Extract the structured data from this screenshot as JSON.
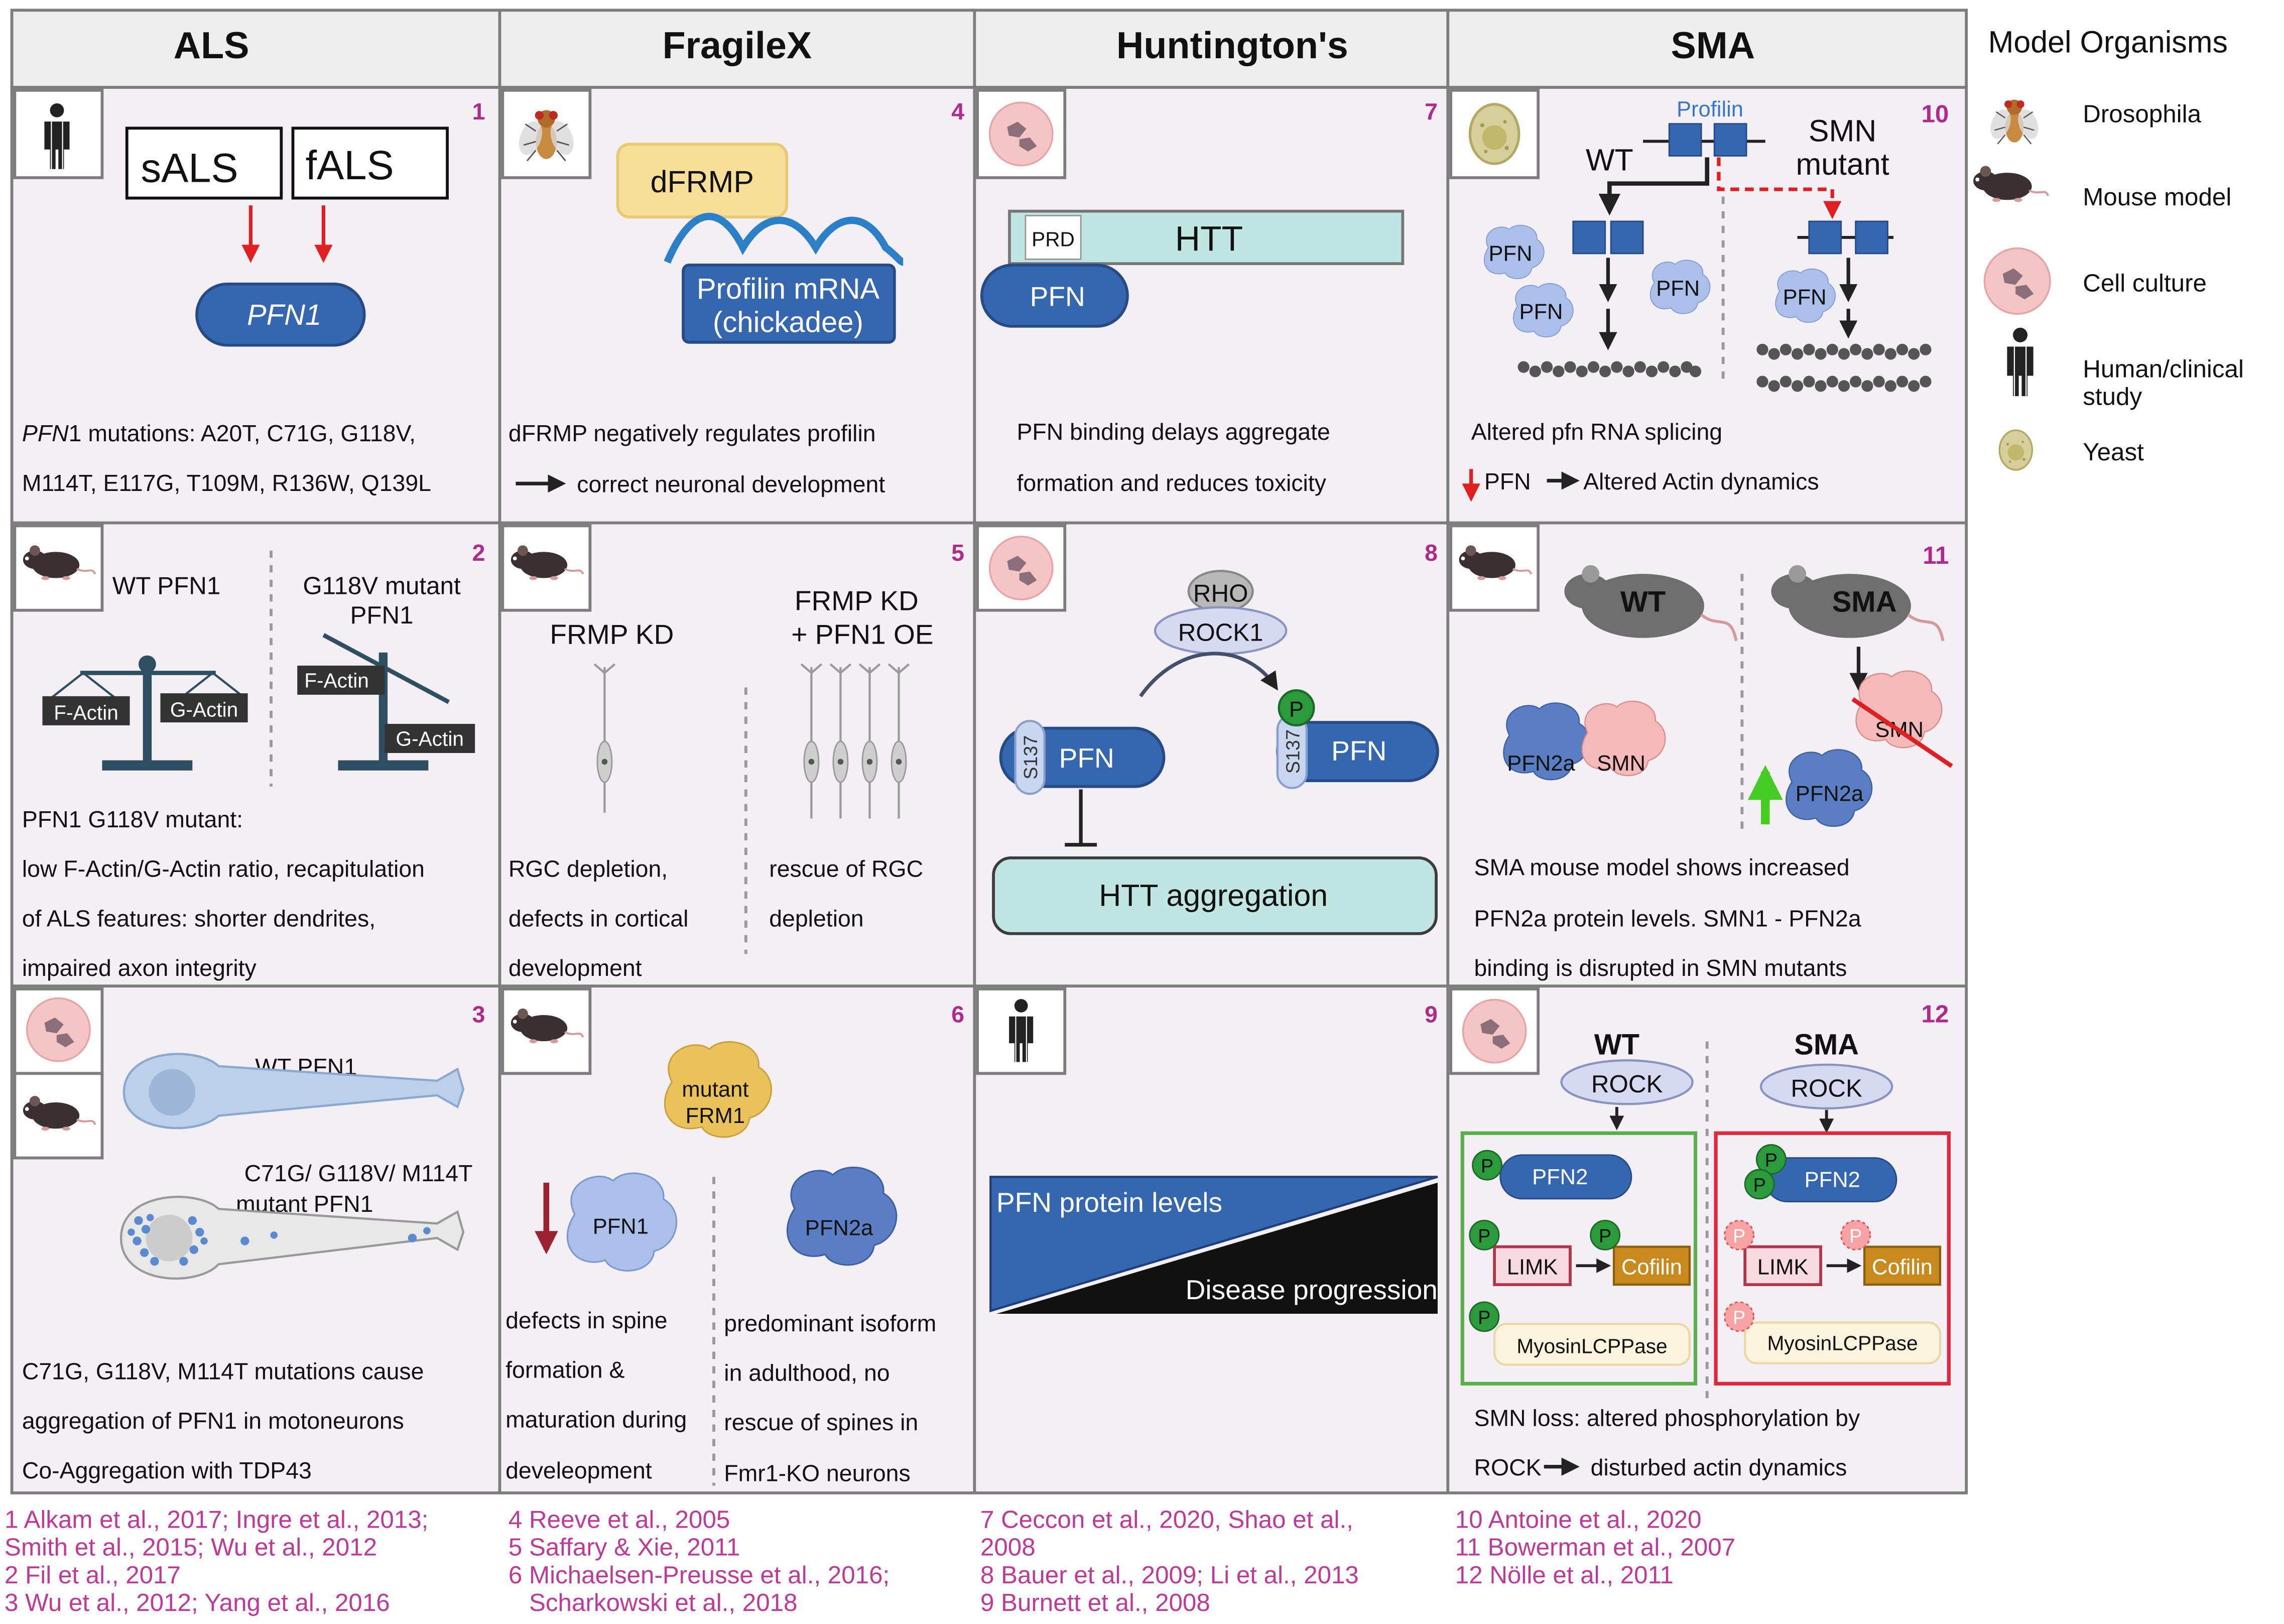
{
  "headers": {
    "als": "ALS",
    "fragilex": "FragileX",
    "huntingtons": "Huntington's",
    "sma": "SMA"
  },
  "legend": {
    "title": "Model Organisms",
    "items": [
      {
        "label": "Drosophila",
        "icon": "fly-icon"
      },
      {
        "label": "Mouse model",
        "icon": "mouse-icon"
      },
      {
        "label": "Cell culture",
        "icon": "cell-culture-icon"
      },
      {
        "label": "Human/clinical",
        "label2": "study",
        "icon": "human-icon"
      },
      {
        "label": "Yeast",
        "icon": "yeast-icon"
      }
    ]
  },
  "panels": {
    "p1": {
      "num": "1",
      "sals": "sALS",
      "fals": "fALS",
      "pfn1": "PFN1",
      "text1_italic": "PFN",
      "text1_rest": "1 mutations: A20T, C71G, G118V,",
      "text2": "M114T, E117G, T109M, R136W, Q139L"
    },
    "p2": {
      "num": "2",
      "wt": "WT PFN1",
      "mut1": "G118V mutant",
      "mut2": "PFN1",
      "factin": "F-Actin",
      "gactin": "G-Actin",
      "lines": [
        "PFN1 G118V mutant:",
        "low F-Actin/G-Actin ratio, recapitulation",
        "of ALS features: shorter dendrites,",
        "impaired axon integrity"
      ]
    },
    "p3": {
      "num": "3",
      "wt": "WT PFN1",
      "mut1": "C71G/ G118V/ M114T",
      "mut2": "mutant PFN1",
      "lines": [
        "C71G, G118V, M114T mutations cause",
        "aggregation of PFN1  in motoneurons",
        "Co-Aggregation with TDP43"
      ]
    },
    "p4": {
      "num": "4",
      "dfrmp": "dFRMP",
      "mrna1": "Profilin mRNA",
      "mrna2": "(chickadee)",
      "line1": "dFRMP negatively regulates profilin",
      "line2": "correct neuronal development"
    },
    "p5": {
      "num": "5",
      "left": "FRMP KD",
      "right1": "FRMP  KD",
      "right2": "+ PFN1 OE",
      "leftlines": [
        "RGC depletion,",
        "defects in cortical",
        "development"
      ],
      "rightlines": [
        "rescue of RGC",
        "depletion"
      ]
    },
    "p6": {
      "num": "6",
      "mutant1": "mutant",
      "mutant2": "FRM1",
      "pfn1": "PFN1",
      "pfn2a": "PFN2a",
      "leftlines": [
        "defects in spine",
        "formation &",
        "maturation during",
        "develeopment"
      ],
      "rightlines": [
        "predominant isoform",
        "in adulthood, no",
        "rescue of spines in",
        "Fmr1-KO neurons"
      ]
    },
    "p7": {
      "num": "7",
      "prd": "PRD",
      "htt": "HTT",
      "pfn": "PFN",
      "line1": "PFN binding delays aggregate",
      "line2": "formation and reduces toxicity"
    },
    "p8": {
      "num": "8",
      "rho": "RHO",
      "rock1": "ROCK1",
      "s137": "S137",
      "pfn": "PFN",
      "p": "P",
      "agg": "HTT aggregation"
    },
    "p9": {
      "num": "9",
      "protein": "PFN protein levels",
      "disease": "Disease progression"
    },
    "p10": {
      "num": "10",
      "profilin": "Profilin",
      "wt": "WT",
      "smn1": "SMN",
      "smn2": "mutant",
      "pfn": "PFN",
      "line1": "Altered pfn RNA splicing",
      "line2a": "PFN",
      "line2b": "Altered Actin dynamics"
    },
    "p11": {
      "num": "11",
      "wt": "WT",
      "sma": "SMA",
      "pfn2a": "PFN2a",
      "smn": "SMN",
      "lines": [
        "SMA mouse model shows increased",
        "PFN2a protein levels. SMN1 - PFN2a",
        "binding is disrupted in SMN mutants"
      ]
    },
    "p12": {
      "num": "12",
      "wt": "WT",
      "sma": "SMA",
      "rock": "ROCK",
      "pfn2": "PFN2",
      "limk": "LIMK",
      "cofilin": "Cofilin",
      "myosin": "MyosinLCPPase",
      "p": "P",
      "line1": "SMN loss: altered  phosphorylation  by",
      "line2a": "ROCK",
      "line2b": "disturbed  actin dynamics"
    }
  },
  "refs": {
    "col1": [
      "1 Alkam et al., 2017; Ingre et al., 2013;",
      "Smith et al., 2015; Wu et al., 2012",
      "2 Fil et al., 2017",
      "3 Wu et al., 2012; Yang et al., 2016"
    ],
    "col2": [
      "4 Reeve et al., 2005",
      "5 Saffary & Xie, 2011",
      "6 Michaelsen-Preusse et al., 2016;",
      "   Scharkowski et al., 2018"
    ],
    "col3": [
      "7 Ceccon et al., 2020, Shao et al.,",
      "2008",
      "8 Bauer et al., 2009; Li et al., 2013",
      "9 Burnett et al., 2008"
    ],
    "col4": [
      "10 Antoine et al., 2020",
      "11 Bowerman et al., 2007",
      "12 Nölle et al., 2011"
    ]
  },
  "colors": {
    "panel_bg": "#f4eff5",
    "grid": "#7d7d7d",
    "number": "#b02a8c",
    "ref_text": "#c0399a",
    "pfn_blue": "#3566b0",
    "teal": "#bfe6e0",
    "red_arrow": "#e02020"
  }
}
